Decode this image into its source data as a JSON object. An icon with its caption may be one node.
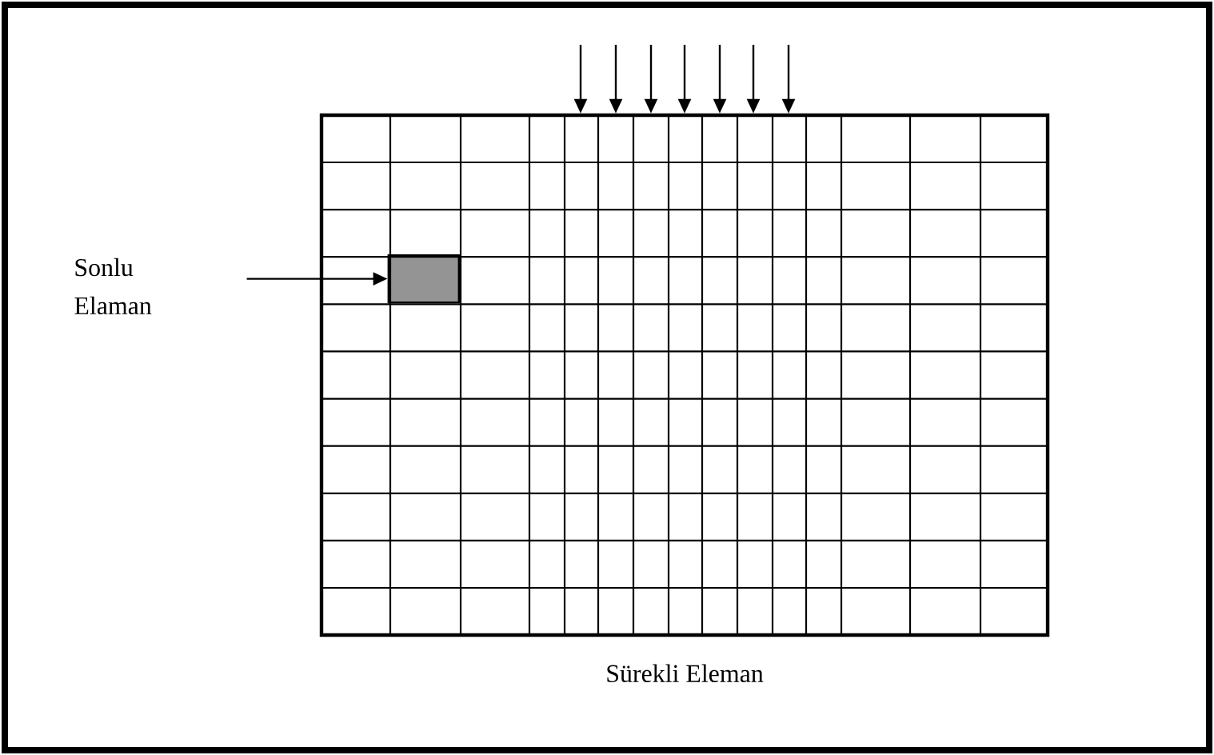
{
  "diagram": {
    "nodes": [
      {
        "text": [
          "Sonlu Elaman"
        ]
      },
      {
        "text": [],
        "shape": "box",
        "beside": [
          "Sürekli Eleman"
        ]
      },
      {
        "text": [],
        "shape": "box",
        "in": 1
      }
    ],
    "edges": [
      {
        "from": 0,
        "to": 2,
        "arrow": "to"
      },
      {
        "from": null,
        "to": 1,
        "arrow": "to"
      },
      {
        "from": null,
        "to": 1,
        "arrow": "to"
      },
      {
        "from": null,
        "to": 1,
        "arrow": "to"
      },
      {
        "from": null,
        "to": 1,
        "arrow": "to"
      },
      {
        "from": null,
        "to": 1,
        "arrow": "to"
      },
      {
        "from": null,
        "to": 1,
        "arrow": "to"
      },
      {
        "from": null,
        "to": 1,
        "arrow": "to"
      }
    ]
  }
}
